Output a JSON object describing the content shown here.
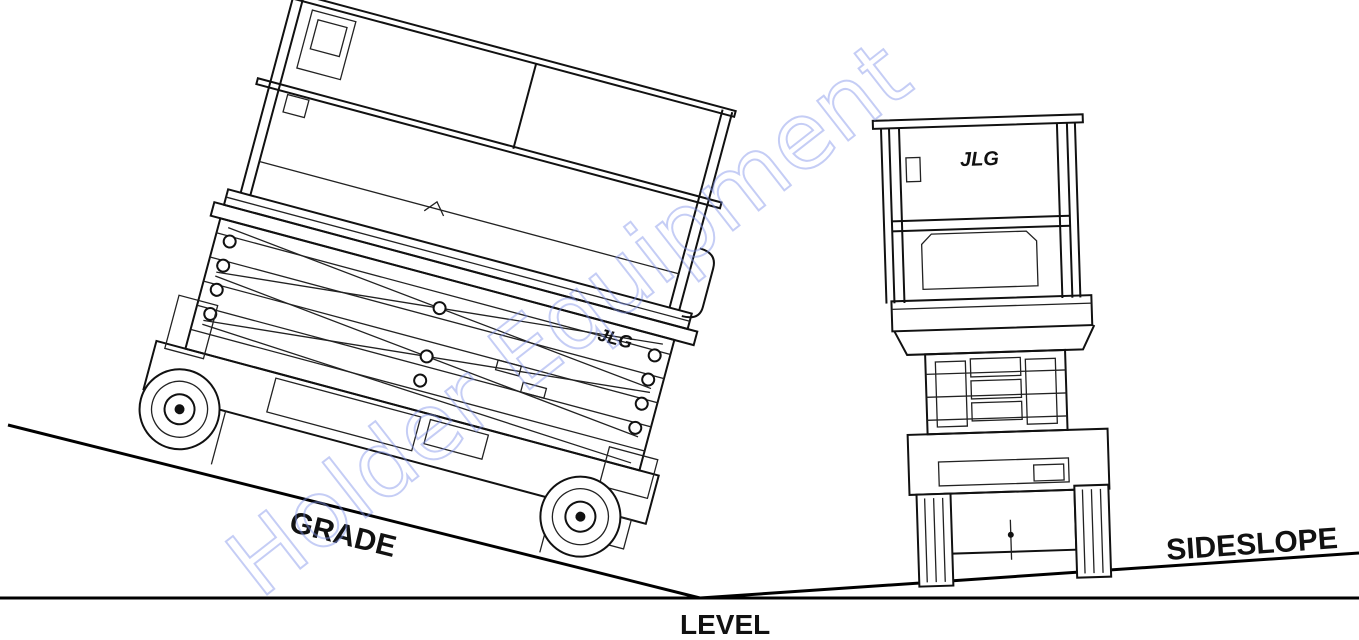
{
  "labels": {
    "grade": "GRADE",
    "sideslope": "SIDESLOPE",
    "level": "LEVEL"
  },
  "brand": {
    "logo_text_left": "JLG",
    "logo_text_right": "JLG"
  },
  "watermark": {
    "text": "Holder Equipment",
    "color": "#7f92ea"
  },
  "colors": {
    "ink": "#111111",
    "background": "#ffffff"
  }
}
